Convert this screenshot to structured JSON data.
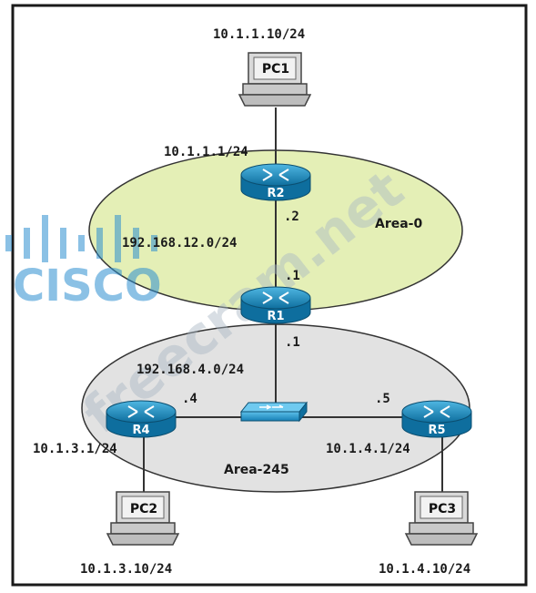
{
  "diagram": {
    "areas": {
      "area0": "Area-0",
      "area245": "Area-245"
    },
    "routers": {
      "r1": "R1",
      "r2": "R2",
      "r4": "R4",
      "r5": "R5"
    },
    "pcs": {
      "pc1": "PC1",
      "pc2": "PC2",
      "pc3": "PC3"
    },
    "addresses": {
      "pc1_ip": "10.1.1.10/24",
      "r2_lan": "10.1.1.1/24",
      "net_r1_r2": "192.168.12.0/24",
      "r2_if": ".2",
      "r1_if_up": ".1",
      "r1_if_down": ".1",
      "net_area245": "192.168.4.0/24",
      "r4_if": ".4",
      "r5_if": ".5",
      "r4_lan": "10.1.3.1/24",
      "r5_lan": "10.1.4.1/24",
      "pc2_ip": "10.1.3.10/24",
      "pc3_ip": "10.1.4.10/24"
    },
    "watermarks": {
      "site": "freecram.net",
      "brand": "CISCO"
    },
    "colors": {
      "area0": "#e4efb6",
      "area245": "#e2e2e2",
      "router": "#1b8bc0",
      "frame": "#1a1a1a"
    }
  }
}
